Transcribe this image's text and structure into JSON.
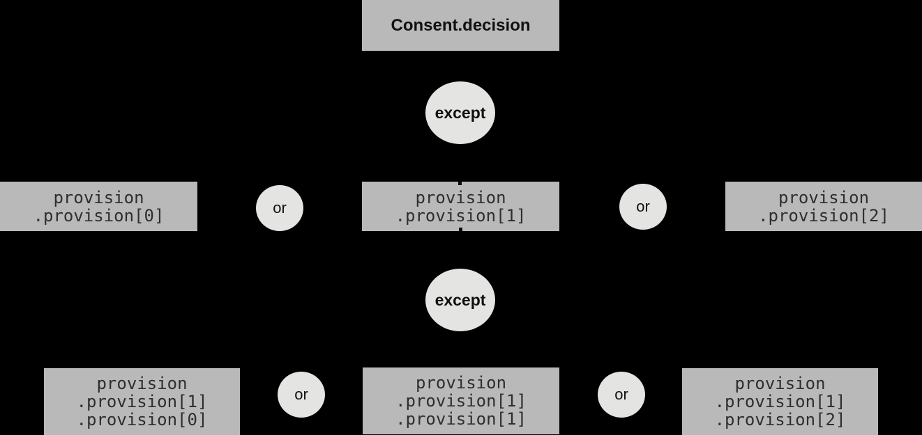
{
  "colors": {
    "background": "#000000",
    "node_fill": "#b9b9b9",
    "operator_fill": "#e4e4e2",
    "node_text": "#2e2e2e",
    "label_text": "#111111"
  },
  "root": {
    "label": "Consent.decision"
  },
  "operators": {
    "except": "except",
    "or": "or"
  },
  "level1": [
    {
      "lines": [
        "provision",
        ".provision[0]"
      ]
    },
    {
      "lines": [
        "provision",
        ".provision[1]"
      ]
    },
    {
      "lines": [
        "provision",
        ".provision[2]"
      ]
    }
  ],
  "level2": [
    {
      "lines": [
        "provision",
        ".provision[1]",
        ".provision[0]"
      ]
    },
    {
      "lines": [
        "provision",
        ".provision[1]",
        ".provision[1]"
      ]
    },
    {
      "lines": [
        "provision",
        ".provision[1]",
        ".provision[2]"
      ]
    }
  ]
}
